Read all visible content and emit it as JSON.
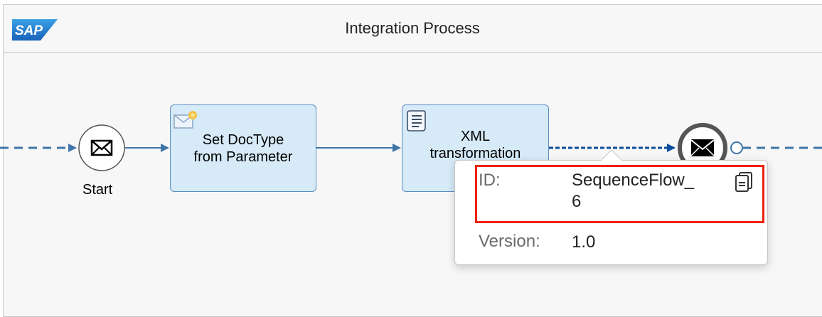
{
  "pool": {
    "title": "Integration Process"
  },
  "logo": {
    "text": "SAP"
  },
  "events": {
    "start_label": "Start"
  },
  "tasks": [
    {
      "label": "Set DocType\nfrom Parameter"
    },
    {
      "label": "XML\ntransformation"
    }
  ],
  "popover": {
    "id_label": "ID:",
    "id_value": "SequenceFlow_\n6",
    "version_label": "Version:",
    "version_value": "1.0"
  },
  "colors": {
    "flow": "#3f75a8",
    "selected_flow": "#0b4c9c",
    "task_fill": "#d6eaf8",
    "highlight": "#ee2211"
  },
  "icons": {
    "start_event": "envelope-icon",
    "end_event": "envelope-icon",
    "task1": "content-modifier-icon",
    "task2": "script-icon",
    "copy": "copy-icon"
  }
}
